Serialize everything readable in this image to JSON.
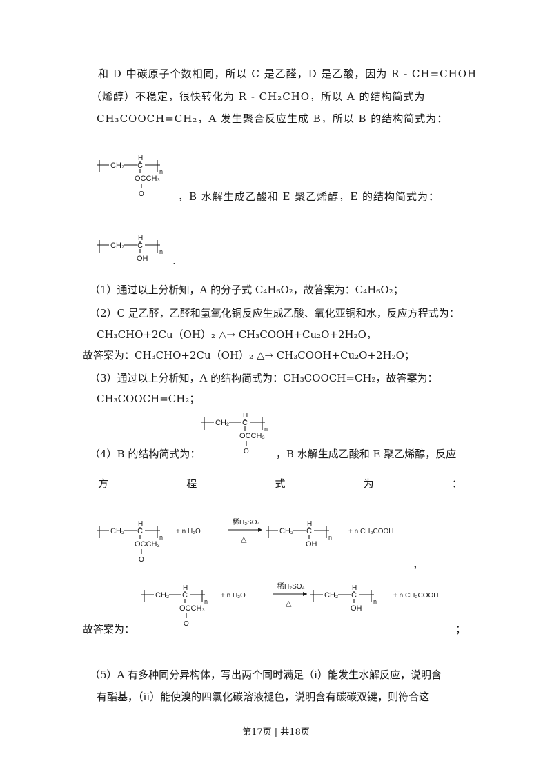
{
  "paragraphs": {
    "l1": "和 D 中碳原子个数相同，所以 C 是乙醛，D 是乙酸，因为 R - CH=CHOH",
    "l2": "（烯醇）不稳定，很快转化为 R - CH₂CHO，所以 A 的结构简式为",
    "l3": "CH₃COOCH=CH₂，A 发生聚合反应生成 B，所以 B 的结构简式为：",
    "l4": "，B 水解生成乙酸和 E 聚乙烯醇，E 的结构简式为：",
    "l5": ".",
    "q1": "（1）通过以上分析知，A 的分子式 C₄H₆O₂，故答案为：C₄H₆O₂；",
    "q2": "（2）C 是乙醛，乙醛和氢氧化铜反应生成乙酸、氧化亚铜和水，反应方程式为：",
    "q2_eq": "CH₃CHO+2Cu（OH）₂ △→ CH₃COOH+Cu₂O+2H₂O，",
    "q2_ans": "故答案为：CH₃CHO+2Cu（OH）₂ △→ CH₃COOH+Cu₂O+2H₂O；",
    "q3": "（3）通过以上分析知，A 的结构简式为：CH₃COOCH=CH₂，故答案为：",
    "q3_ans": "CH₃COOCH=CH₂；",
    "q4_a": "（4）B 的结构简式为：",
    "q4_b": "，B 水解生成乙酸和 E 聚乙烯醇，反应",
    "q4_spread": [
      "方",
      "程",
      "式",
      "为",
      "："
    ],
    "q4_comma": "，",
    "q4_ans": "故答案为：",
    "q4_semicolon": "；",
    "q5_a": "（5）A 有多种同分异构体，写出两个同时满足（i）能发生水解反应，说明含",
    "q5_b": "有酯基，（ii）能使溴的四氯化碳溶液褪色，说明含有碳碳双键，则符合这"
  },
  "chem": {
    "ch2": "CH₂",
    "h": "H",
    "c": "C",
    "n": "n",
    "occh3": "OCCH₃",
    "o": "O",
    "oh": "OH",
    "plus_h2o": "+ n H₂O",
    "reagent": "稀H₂SO₄",
    "delta": "△",
    "plus_acid": "+ n CH₃COOH"
  },
  "footer": "第17页 | 共18页"
}
